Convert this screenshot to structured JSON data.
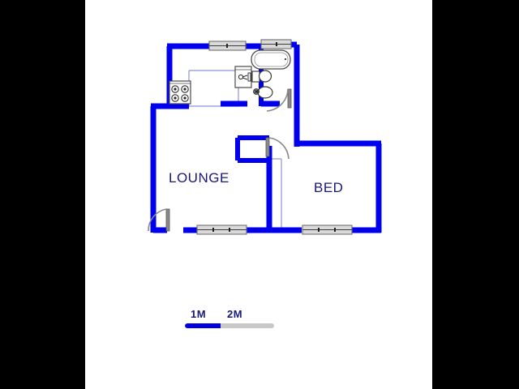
{
  "document": {
    "type": "architectural-floor-plan",
    "title": "Floor Plan"
  },
  "colors": {
    "wall": "#0000ee",
    "wall_inner_thin": "#8888dd",
    "fixture_outline": "#555555",
    "label_text": "#181878",
    "window_frame": "#7a7a7a",
    "window_fill": "#d9d9d9",
    "door_arc": "#777777",
    "background": "#ffffff",
    "letterbox": "#000000",
    "scale_filled": "#0000e0",
    "scale_empty": "#c8c8c8"
  },
  "rooms": [
    {
      "id": "lounge",
      "label": "LOUNGE"
    },
    {
      "id": "bed",
      "label": "BED"
    }
  ],
  "scale": {
    "labels": [
      {
        "text": "1M"
      },
      {
        "text": "2M"
      }
    ],
    "unit": "M",
    "filled_segments": 1,
    "total_segments": 2
  },
  "fixtures": [
    {
      "name": "stove-hob",
      "burners": 4,
      "room": "kitchen"
    },
    {
      "name": "kitchen-sink",
      "room": "kitchen"
    },
    {
      "name": "bathtub",
      "room": "bathroom"
    },
    {
      "name": "toilet",
      "room": "bathroom"
    },
    {
      "name": "wash-basin",
      "room": "bathroom"
    }
  ],
  "openings": {
    "windows": 4,
    "doors": 3
  }
}
